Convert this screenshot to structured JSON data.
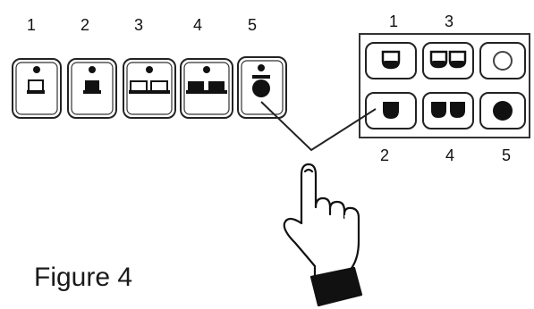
{
  "diagram": {
    "left_row": {
      "numbers": [
        "1",
        "2",
        "3",
        "4",
        "5"
      ],
      "buttons": [
        "button-1",
        "button-2",
        "button-3",
        "button-4",
        "button-5"
      ]
    },
    "right_panel": {
      "top_numbers": [
        "1",
        "3"
      ],
      "bottom_numbers": [
        "2",
        "4",
        "5"
      ],
      "buttons": [
        "single-cup-light",
        "double-cup-light",
        "ring-empty",
        "single-cup-dark",
        "double-cup-dark",
        "circle-filled"
      ]
    },
    "caption": "Figure 4",
    "icons": [
      "pointing-hand-icon",
      "indicator-dot-icon"
    ]
  }
}
